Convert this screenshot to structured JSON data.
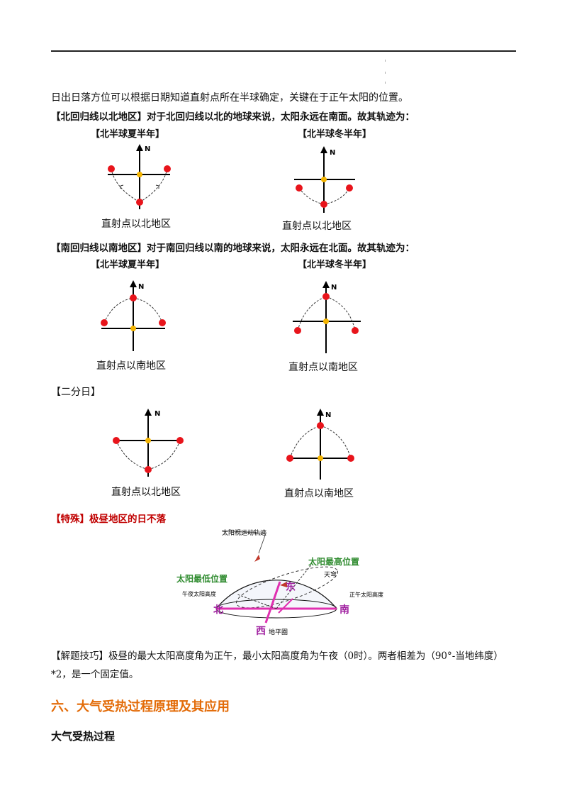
{
  "intro": "日出日落方位可以根据日期知道直射点所在半球确定，关键在于正午太阳的位置。",
  "north_heading": "【北回归线以北地区】对于北回归线以北的地球来说，太阳永远在南面。故其轨迹为：",
  "south_heading": "【南回归线以南地区】对于南回归线以南的地球来说，太阳永远在北面。故其轨迹为：",
  "summer_label": "【北半球夏半年】",
  "winter_label": "【北半球冬半年】",
  "equinox_heading": "【二分日】",
  "caption_north": "直射点以北地区",
  "caption_south": "直射点以南地区",
  "n_label": "N",
  "special_prefix": "【特殊】",
  "special_text": "极昼地区的日不落",
  "polar_diagram": {
    "track": "太阳视运动轨迹",
    "highest": "太阳最高位置",
    "lowest": "太阳最低位置",
    "sky": "天穹",
    "midnight": "午夜太阳高度",
    "noon": "正午太阳高度",
    "east": "东",
    "west": "西",
    "north": "北",
    "south": "南",
    "horizon": "地平圈"
  },
  "tip_text": "【解题技巧】极昼的最大太阳高度角为正午，最小太阳高度角为午夜（0时）。两者相差为（90°-当地纬度）*2，是一个固定值。",
  "section_title": "六、大气受热过程原理及其应用",
  "subsection_title": "大气受热过程",
  "colors": {
    "sun": "#e8141b",
    "center": "#f4b400",
    "section": "#e36c09",
    "special": "#c00000",
    "green": "#2e8b2e",
    "purple": "#a020a0",
    "magenta": "#e030b0"
  }
}
